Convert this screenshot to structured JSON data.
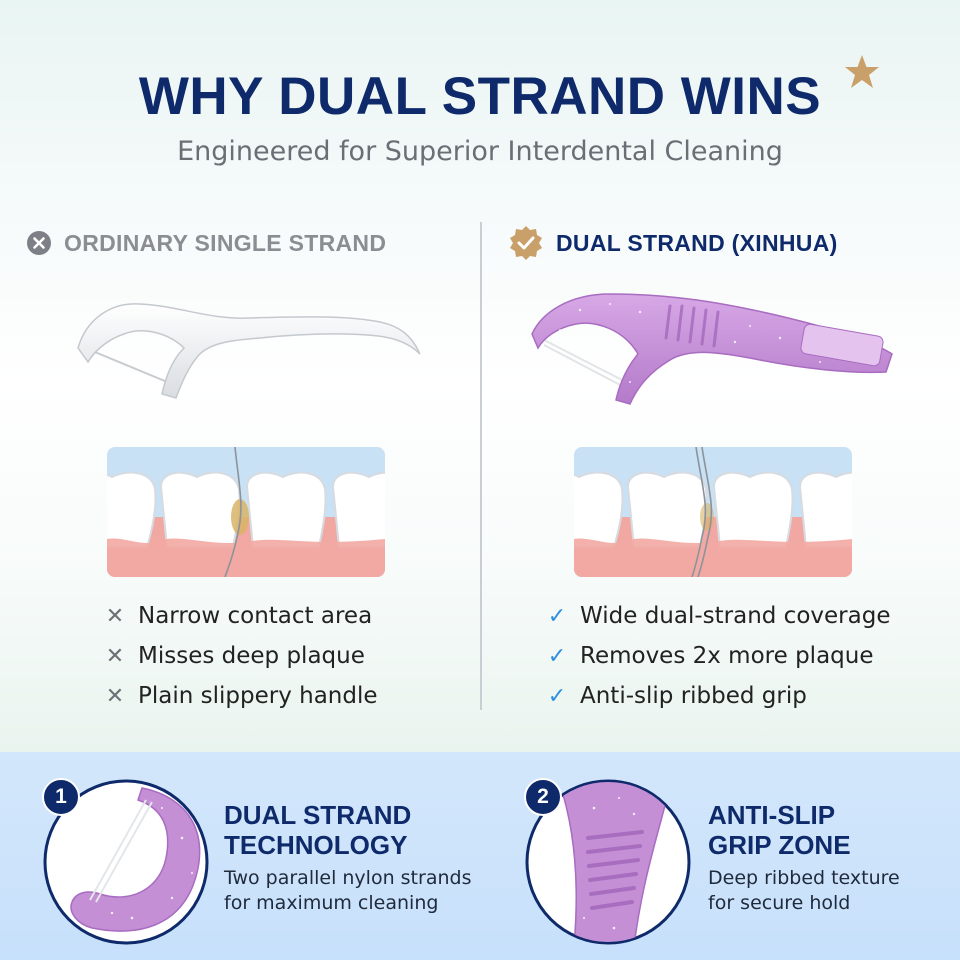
{
  "header": {
    "title": "WHY DUAL STRAND WINS",
    "subtitle": "Engineered for Superior Interdental Cleaning"
  },
  "left_column": {
    "heading": "ORDINARY SINGLE STRAND",
    "points": [
      "Narrow contact area",
      "Misses deep plaque",
      "Plain slippery handle"
    ]
  },
  "right_column": {
    "heading": "DUAL STRAND (XINHUA)",
    "points": [
      "Wide dual-strand coverage",
      "Removes 2x more plaque",
      "Anti-slip ribbed grip"
    ]
  },
  "features": [
    {
      "number": "1",
      "title_line1": "DUAL STRAND",
      "title_line2": "TECHNOLOGY",
      "desc_line1": "Two parallel nylon strands",
      "desc_line2": "for maximum cleaning"
    },
    {
      "number": "2",
      "title_line1": "ANTI-SLIP",
      "title_line2": "GRIP ZONE",
      "desc_line1": "Deep ribbed texture",
      "desc_line2": "for secure hold"
    }
  ],
  "icons": {
    "left_heading": "x-circle-icon",
    "right_heading": "check-badge-icon",
    "left_points": "x-icon",
    "right_points": "check-icon",
    "title_decoration": "star-icon"
  },
  "colors": {
    "navy": "#0f2a6b",
    "gray": "#8a8d91",
    "check_blue": "#2f8fe0",
    "pick_purple": "#c58fd6",
    "gold": "#c9a06a"
  }
}
